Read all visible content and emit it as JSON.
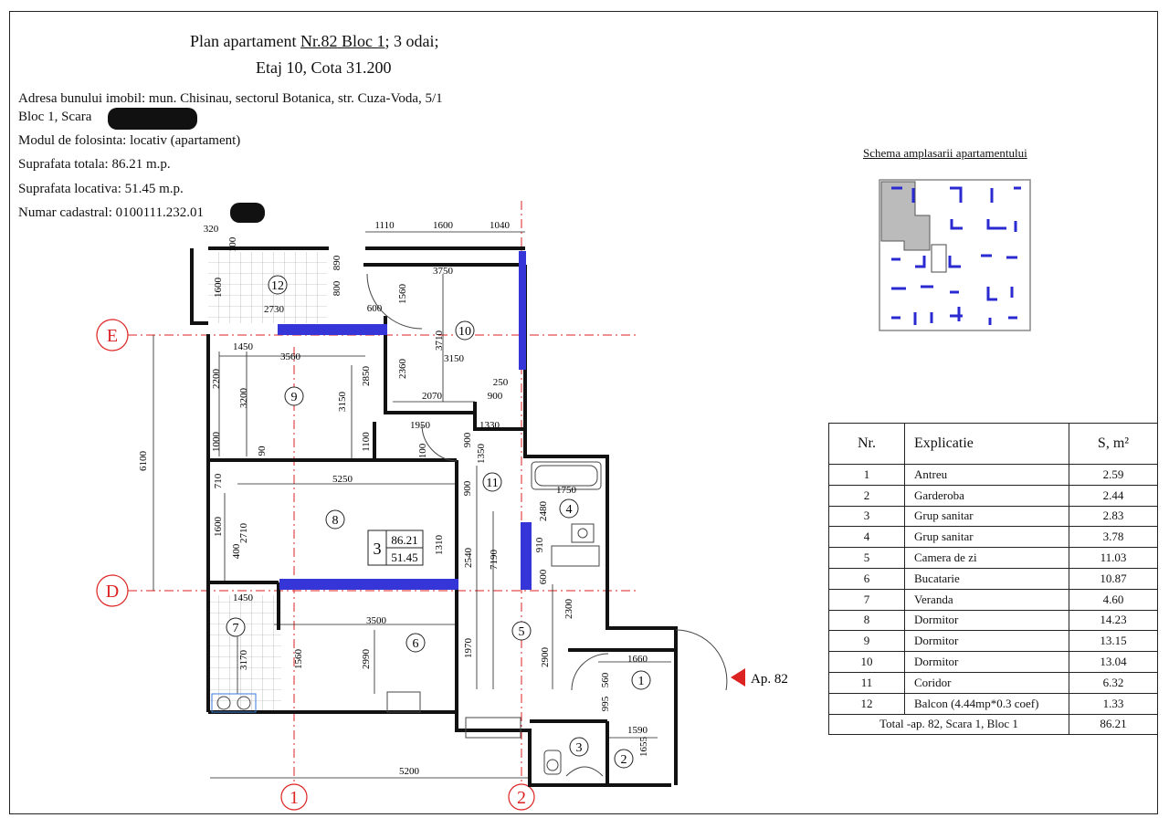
{
  "title": {
    "prefix": "Plan apartament",
    "apt": "Nr.82  Bloc 1",
    "suffix": "; 3 odai;",
    "line2": "Etaj 10, Cota 31.200"
  },
  "info": [
    "Adresa bunului imobil: mun. Chisinau, sectorul Botanica, str. Cuza-Voda, 5/1",
    "Bloc 1, Scara",
    "Modul de folosinta: locativ (apartament)",
    "Suprafata totala: 86.21 m.p.",
    "Suprafata locativa: 51.45 m.p.",
    "Numar cadastral: 0100111.232.01"
  ],
  "schema_title": "Schema amplasarii apartamentului",
  "legend": {
    "headers": [
      "Nr.",
      "Explicatie",
      "S, m²"
    ],
    "rows": [
      {
        "nr": "1",
        "ex": "Antreu",
        "s": "2.59"
      },
      {
        "nr": "2",
        "ex": "Garderoba",
        "s": "2.44"
      },
      {
        "nr": "3",
        "ex": "Grup sanitar",
        "s": "2.83"
      },
      {
        "nr": "4",
        "ex": "Grup sanitar",
        "s": "3.78"
      },
      {
        "nr": "5",
        "ex": "Camera de zi",
        "s": "11.03"
      },
      {
        "nr": "6",
        "ex": "Bucatarie",
        "s": "10.87"
      },
      {
        "nr": "7",
        "ex": "Veranda",
        "s": "4.60"
      },
      {
        "nr": "8",
        "ex": "Dormitor",
        "s": "14.23"
      },
      {
        "nr": "9",
        "ex": "Dormitor",
        "s": "13.15"
      },
      {
        "nr": "10",
        "ex": "Dormitor",
        "s": "13.04"
      },
      {
        "nr": "11",
        "ex": "Coridor",
        "s": "6.32"
      },
      {
        "nr": "12",
        "ex": "Balcon (4.44mp*0.3 coef)",
        "s": "1.33"
      }
    ],
    "total_label": "Total -ap. 82, Scara 1, Bloc 1",
    "total_value": "86.21"
  },
  "plan": {
    "axes": {
      "E": "E",
      "D": "D",
      "one": "1",
      "two": "2"
    },
    "entrance": "Ap. 82",
    "summary": {
      "rooms": "3",
      "total": "86.21",
      "living": "51.45"
    },
    "rooms": [
      "1",
      "2",
      "3",
      "4",
      "5",
      "6",
      "7",
      "8",
      "9",
      "10",
      "11",
      "12"
    ],
    "dims": {
      "d320": "320",
      "d1110": "1110",
      "d1600a": "1600",
      "d1040": "1040",
      "d100": "100",
      "d1600b": "1600",
      "d890": "890",
      "d800": "800",
      "d3750": "3750",
      "d2730": "2730",
      "d600a": "600",
      "d1560a": "1560",
      "d3710": "3710",
      "d1450a": "1450",
      "d3560": "3560",
      "d2200": "2200",
      "d3200": "3200",
      "d3150a": "3150",
      "d2850": "2850",
      "d2360": "2360",
      "d3150b": "3150",
      "d250": "250",
      "d2070": "2070",
      "d900a": "900",
      "d1950": "1950",
      "d1330": "1330",
      "d6100": "6100",
      "d1000": "1000",
      "d90": "90",
      "d1100": "1100",
      "d100b": "100",
      "d900b": "900",
      "d1350": "1350",
      "d710": "710",
      "d5250": "5250",
      "d900c": "900",
      "d1750": "1750",
      "d2480": "2480",
      "d1600c": "1600",
      "d2710": "2710",
      "d400": "400",
      "d1310": "1310",
      "d2540": "2540",
      "d7190": "7190",
      "d910": "910",
      "d600b": "600",
      "d1450b": "1450",
      "d3500": "3500",
      "d2300": "2300",
      "d1560b": "1560",
      "d3170": "3170",
      "d2990": "2990",
      "d1970": "1970",
      "d2900": "2900",
      "d1660": "1660",
      "d560": "560",
      "d995": "995",
      "d1590": "1590",
      "d1655": "1655",
      "d5200": "5200"
    }
  }
}
